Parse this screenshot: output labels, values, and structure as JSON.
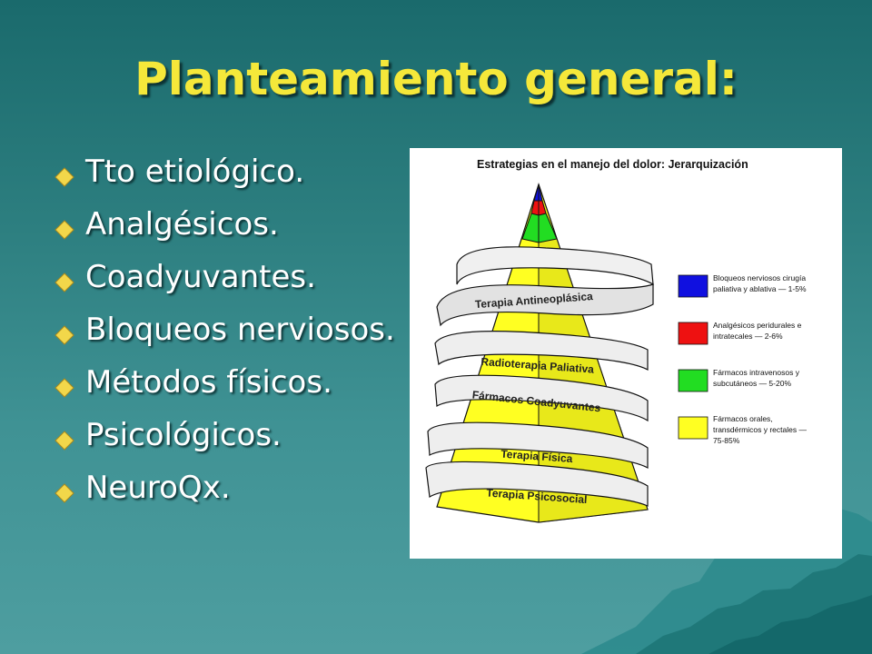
{
  "slide": {
    "title": "Planteamiento general:",
    "bullets": [
      "Tto etiológico.",
      "Analgésicos.",
      "Coadyuvantes.",
      "Bloqueos nerviosos.",
      "Métodos físicos.",
      "Psicológicos.",
      "NeuroQx."
    ],
    "bullet_color": "#f2d74a",
    "title_color": "#f5e83a"
  },
  "diagram": {
    "title": "Estrategias en el manejo del dolor: Jerarquización",
    "ribbons": [
      "Terapia Antineoplásica",
      "Radioterapia Paliativa",
      "Fármacos Coadyuvantes",
      "Terapia Física",
      "Terapia Psicosocial"
    ],
    "legend": [
      {
        "color": "#1010e0",
        "lines": [
          "Bloqueos nerviosos cirugía",
          "paliativa y ablativa — 1-5%"
        ]
      },
      {
        "color": "#ee1111",
        "lines": [
          "Analgésicos peridurales e",
          "intratecales — 2-6%"
        ]
      },
      {
        "color": "#22dd22",
        "lines": [
          "Fármacos intravenosos y",
          "subcutáneos — 5-20%"
        ]
      },
      {
        "color": "#ffff22",
        "lines": [
          "Fármacos orales,",
          "transdérmicos y rectales —",
          "75-85%"
        ]
      }
    ]
  }
}
